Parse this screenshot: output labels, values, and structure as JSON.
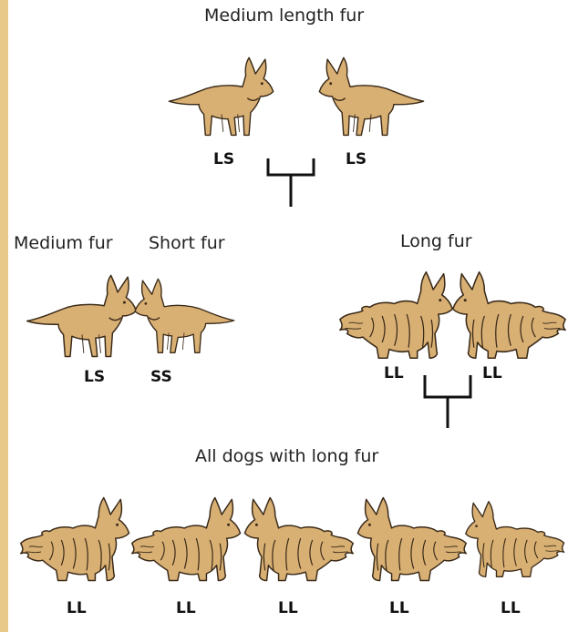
{
  "diagram": {
    "parents": {
      "title": "Medium length fur",
      "left_genotype": "LS",
      "right_genotype": "LS"
    },
    "offspring": {
      "medium_label": "Medium fur",
      "short_label": "Short fur",
      "long_label": "Long fur",
      "medium_genotype": "LS",
      "short_genotype": "SS",
      "long_left_genotype": "LL",
      "long_right_genotype": "LL"
    },
    "grand_offspring": {
      "title": "All dogs with long fur",
      "genotypes": [
        "LL",
        "LL",
        "LL",
        "LL",
        "LL"
      ]
    },
    "colors": {
      "background_border": "#e9c98a",
      "dog_fill": "#d9b074",
      "dog_outline": "#3a2a18",
      "cross_line": "#111111"
    }
  }
}
